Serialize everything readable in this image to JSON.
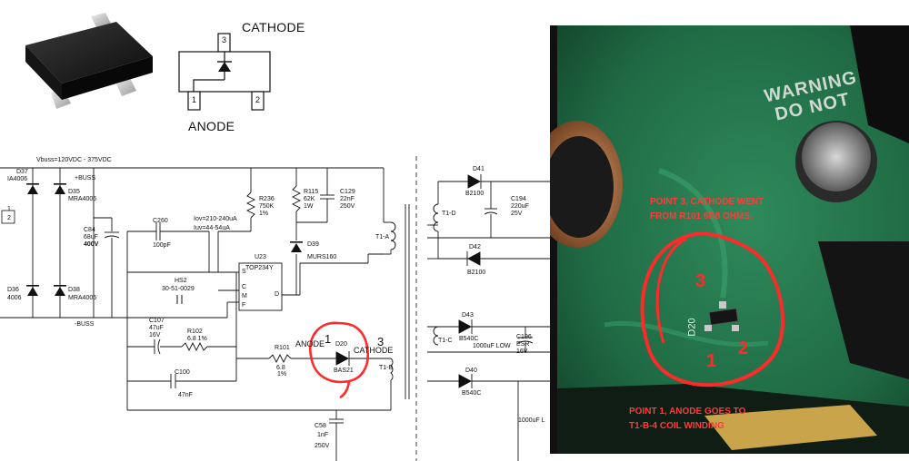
{
  "package": {
    "pin_numbers": [
      "3",
      "1",
      "2"
    ],
    "cathode_label": "CATHODE",
    "anode_label": "ANODE"
  },
  "schematic": {
    "vbuss": "Vbuss=120VDC - 375VDC",
    "plus_buss": "+BUSS",
    "minus_buss": "-BUSS",
    "d37": "D37",
    "d37_part": "IA4006",
    "d35": "D35",
    "d35_part": "MRA4006",
    "d36": "D36",
    "d36_part": "4006",
    "d38": "D38",
    "d38_part": "MRA4006",
    "conn_1": "1",
    "conn_2": "2",
    "c84": "C84",
    "c84_val": "68uF",
    "c84_v": "400V",
    "c260": "C260",
    "c260_val": "100pF",
    "iov": "Iov=210-240uA",
    "iuv": "Iuv=44-54uA",
    "r236": "R236",
    "r236_val": "750K",
    "r236_tol": "1%",
    "r115": "R115",
    "r115_val": "62K",
    "r115_w": "1W",
    "c129": "C129",
    "c129_val": "22nF",
    "c129_v": "250V",
    "d39": "D39",
    "d39_part": "MURS160",
    "hs2": "HS2",
    "hs2_part": "30-51-0029",
    "u23": "U23",
    "u23_part": "TOP234Y",
    "pin_s": "S",
    "pin_c": "C",
    "pin_m": "M",
    "pin_f": "F",
    "pin_d": "D",
    "c107": "C107",
    "c107_val": "47uF",
    "c107_v": "16V",
    "r102": "R102",
    "r102_val": "6.8 1%",
    "c100": "C100",
    "c100_val": "47nF",
    "r101": "R101",
    "r101_val": "6.8",
    "r101_tol": "1%",
    "anode_tag": "ANODE",
    "d20": "D20",
    "bas21": "BAS21",
    "cathode_tag": "CATHODE",
    "mark_1": "1",
    "mark_3": "3",
    "t1a": "T1-A",
    "t1b": "T1-B",
    "t1c": "T1-C",
    "t1d": "T1-D",
    "c58": "C58",
    "c58_val": "1nF",
    "c58_v": "250V",
    "d41": "D41",
    "b2100_a": "B2100",
    "d42": "D42",
    "b2100_b": "B2100",
    "c194": "C194",
    "c194_val": "220uF",
    "c194_v": "25V",
    "d43": "D43",
    "b540c_a": "B540C",
    "d40": "D40",
    "b540c_b": "B540C",
    "c196": "C196",
    "c196_esr": "ESR",
    "c196_v": "16V",
    "low_cap": "1000uF LOW",
    "low_cap2": "1000uF L"
  },
  "photo": {
    "warning_1": "WARNING",
    "warning_2": "DO NOT",
    "annotation_top_1": "POINT 3, CATHODE WENT",
    "annotation_top_2": "FROM R101 6R8 OHMS.",
    "annotation_bottom_1": "POINT 1, ANODE GOES TO",
    "annotation_bottom_2": "T1-B-4 COIL WINDING",
    "board_ref": "D20",
    "mark_3": "3",
    "mark_1": "1",
    "mark_2": "2"
  },
  "colors": {
    "annotation_red": "#ff2a2a",
    "pcb_green": "#1f6a44"
  }
}
